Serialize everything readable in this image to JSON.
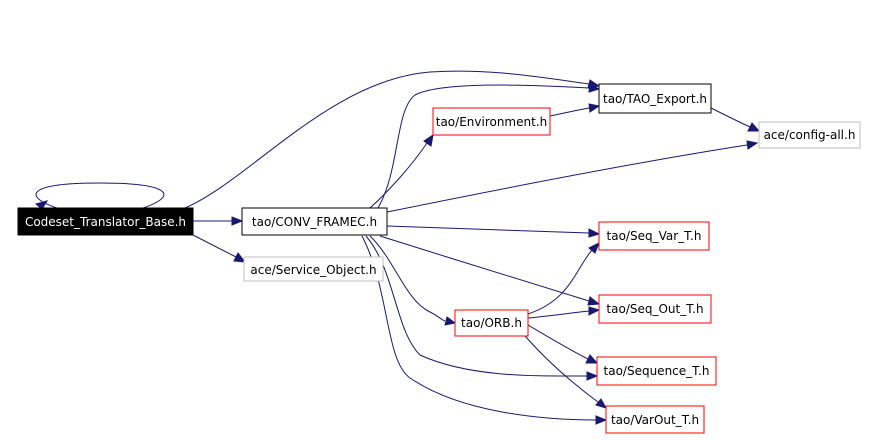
{
  "diagram": {
    "colors": {
      "edge": "#191970",
      "border_black": "#000000",
      "border_red": "#ff0000",
      "border_gray": "#bfbfbf",
      "highlight_fill": "#000000",
      "highlight_text": "#ffffff",
      "text": "#000000"
    },
    "nodes": {
      "codeset": {
        "label": "Codeset_Translator_Base.h",
        "style": "highlight"
      },
      "conv_framec": {
        "label": "tao/CONV_FRAMEC.h",
        "style": "black"
      },
      "service_object": {
        "label": "ace/Service_Object.h",
        "style": "gray"
      },
      "environment": {
        "label": "tao/Environment.h",
        "style": "red"
      },
      "tao_export": {
        "label": "tao/TAO_Export.h",
        "style": "black"
      },
      "config_all": {
        "label": "ace/config-all.h",
        "style": "gray"
      },
      "seq_var": {
        "label": "tao/Seq_Var_T.h",
        "style": "red"
      },
      "orb": {
        "label": "tao/ORB.h",
        "style": "red"
      },
      "seq_out": {
        "label": "tao/Seq_Out_T.h",
        "style": "red"
      },
      "sequence_t": {
        "label": "tao/Sequence_T.h",
        "style": "red"
      },
      "varout": {
        "label": "tao/VarOut_T.h",
        "style": "red"
      }
    },
    "edges": [
      {
        "from": "codeset",
        "to": "codeset"
      },
      {
        "from": "codeset",
        "to": "conv_framec"
      },
      {
        "from": "codeset",
        "to": "service_object"
      },
      {
        "from": "codeset",
        "to": "tao_export"
      },
      {
        "from": "conv_framec",
        "to": "environment"
      },
      {
        "from": "conv_framec",
        "to": "tao_export"
      },
      {
        "from": "conv_framec",
        "to": "config_all"
      },
      {
        "from": "conv_framec",
        "to": "seq_var"
      },
      {
        "from": "conv_framec",
        "to": "seq_out"
      },
      {
        "from": "conv_framec",
        "to": "orb"
      },
      {
        "from": "conv_framec",
        "to": "sequence_t"
      },
      {
        "from": "conv_framec",
        "to": "varout"
      },
      {
        "from": "environment",
        "to": "tao_export"
      },
      {
        "from": "tao_export",
        "to": "config_all"
      },
      {
        "from": "orb",
        "to": "seq_var"
      },
      {
        "from": "orb",
        "to": "seq_out"
      },
      {
        "from": "orb",
        "to": "sequence_t"
      },
      {
        "from": "orb",
        "to": "varout"
      }
    ]
  }
}
